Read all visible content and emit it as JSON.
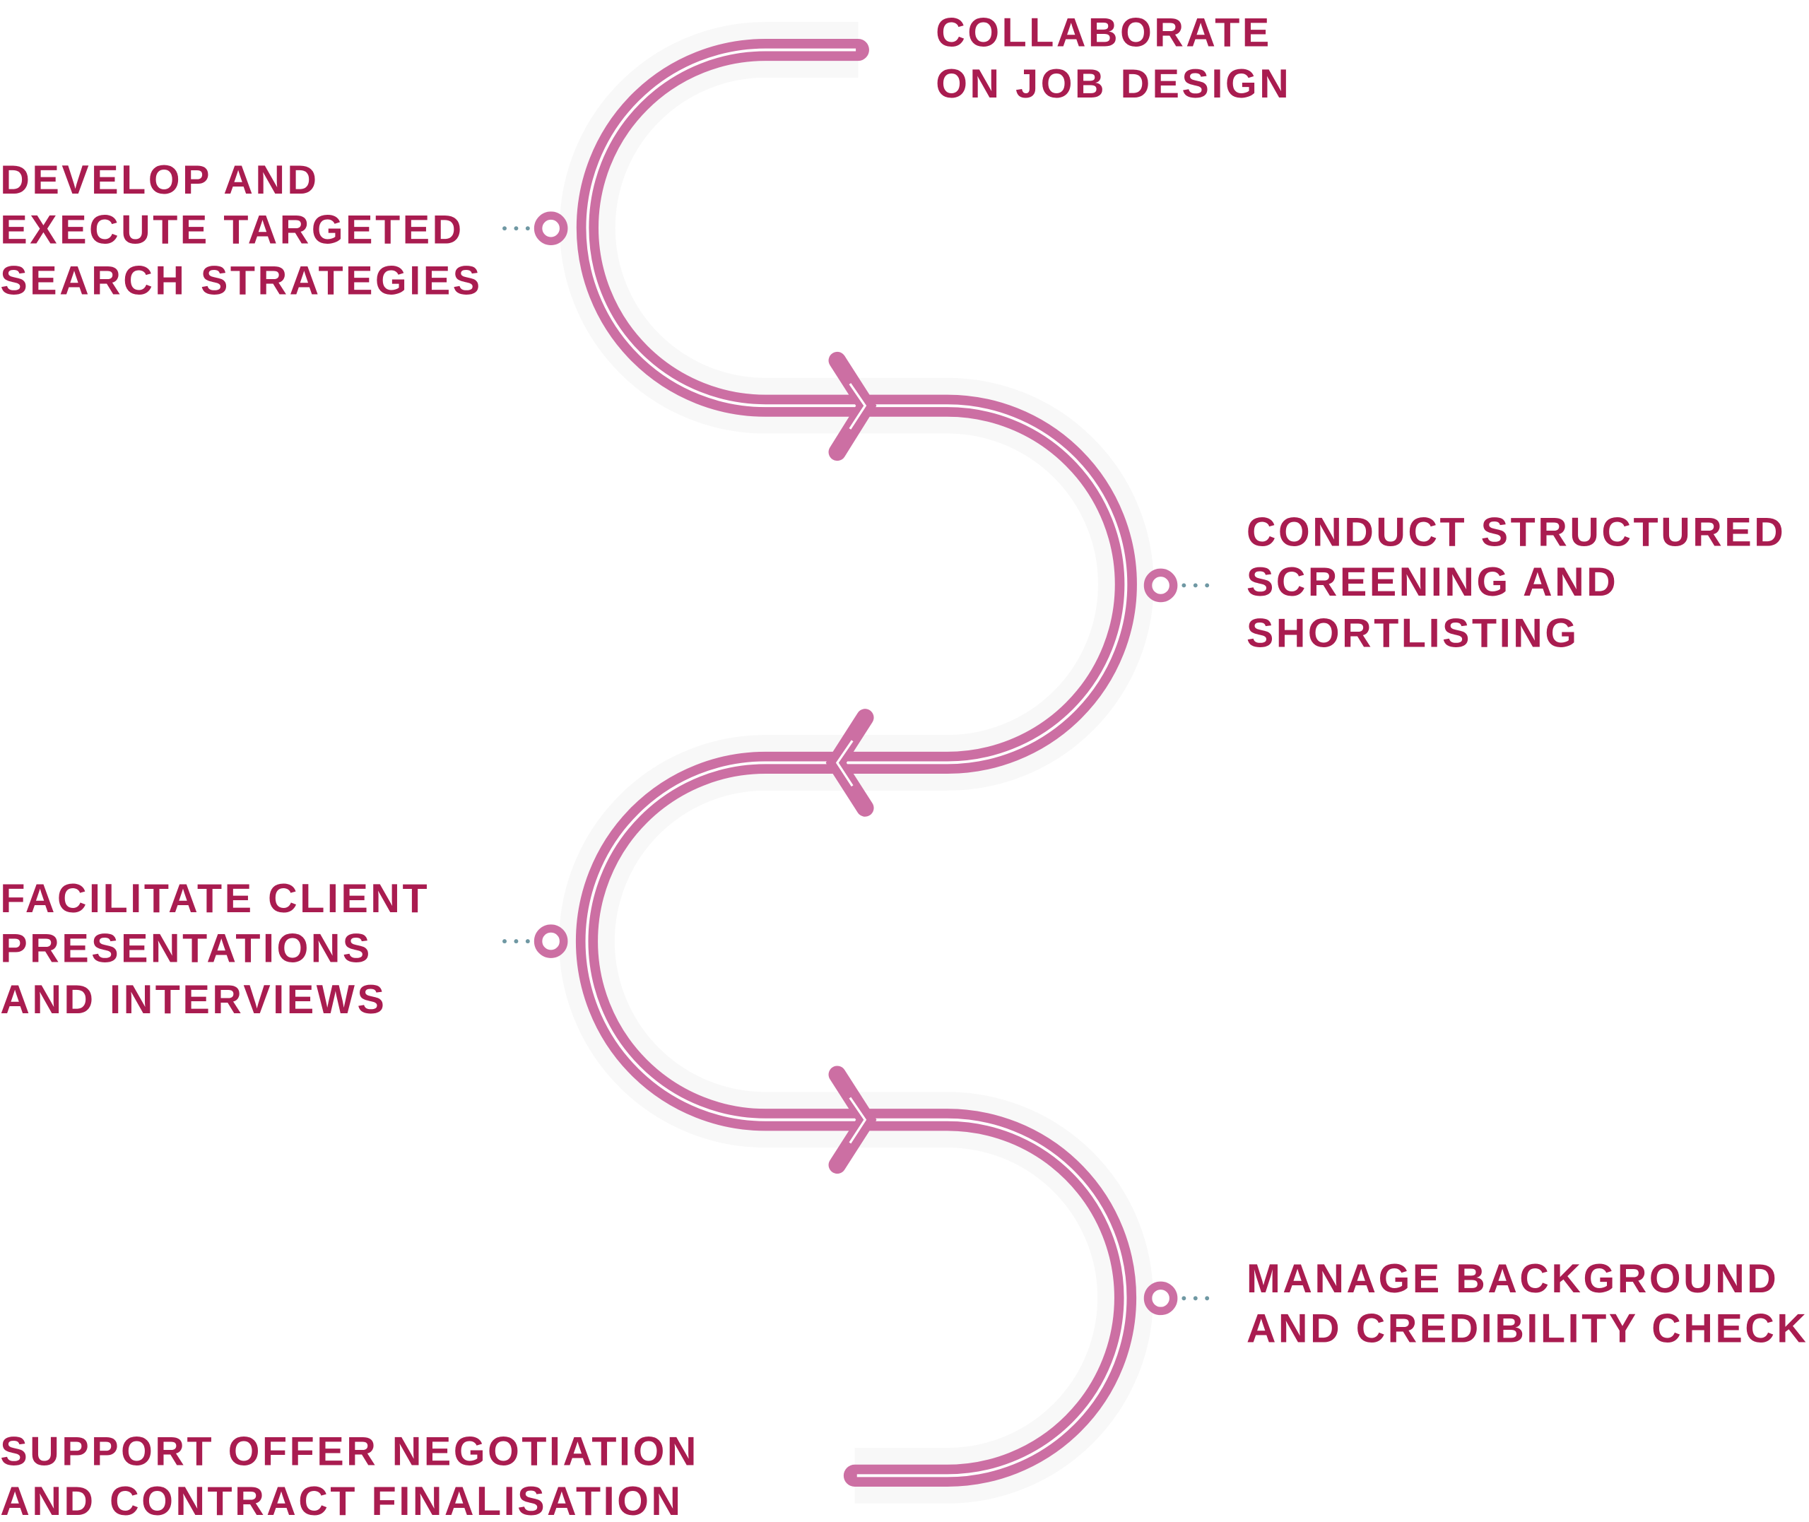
{
  "colors": {
    "text": "#a91c50",
    "path": "#cc6fa3",
    "halo": "#f7f7f7",
    "dots": "#6f98a3"
  },
  "steps": [
    {
      "lines": [
        "COLLABORATE",
        "ON JOB DESIGN"
      ]
    },
    {
      "lines": [
        "DEVELOP AND",
        "EXECUTE TARGETED",
        "SEARCH STRATEGIES"
      ]
    },
    {
      "lines": [
        "CONDUCT STRUCTURED",
        "SCREENING AND",
        "SHORTLISTING"
      ]
    },
    {
      "lines": [
        "FACILITATE CLIENT",
        "PRESENTATIONS",
        "AND INTERVIEWS"
      ]
    },
    {
      "lines": [
        "MANAGE BACKGROUND",
        "AND CREDIBILITY CHECKS"
      ]
    },
    {
      "lines": [
        "SUPPORT OFFER NEGOTIATION",
        "AND CONTRACT FINALISATION"
      ]
    }
  ]
}
